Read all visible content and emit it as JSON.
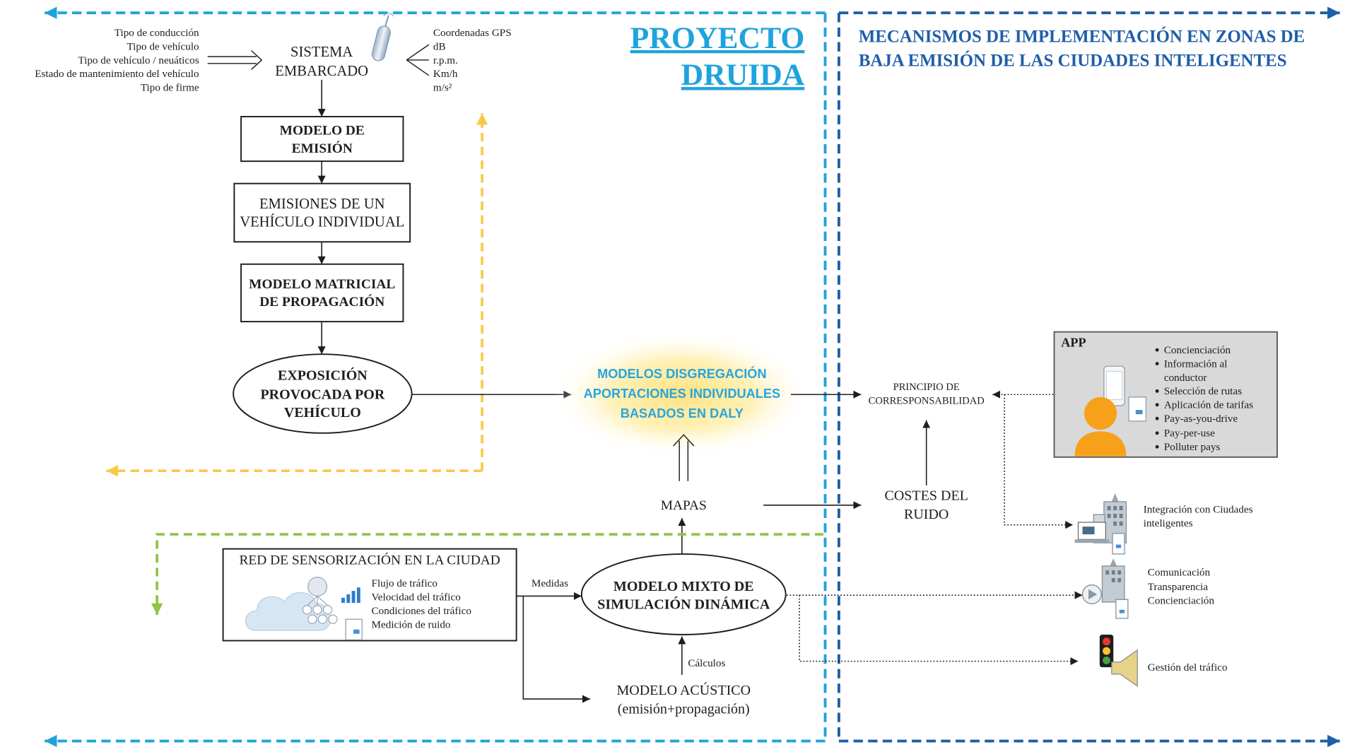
{
  "header": {
    "project_line1": "PROYECTO",
    "project_line2": "DRUIDA",
    "mechanisms_line1": "MECANISMOS DE IMPLEMENTACIÓN EN ZONAS DE",
    "mechanisms_line2": "BAJA EMISIÓN DE LAS CIUDADES INTELIGENTES"
  },
  "vehicle_inputs": [
    "Tipo de conducción",
    "Tipo de vehículo",
    "Tipo de vehículo / neuáticos",
    "Estado de mantenimiento del vehículo",
    "Tipo de firme"
  ],
  "onboard_system": {
    "line1": "SISTEMA",
    "line2": "EMBARCADO"
  },
  "onboard_outputs": [
    "Coordenadas GPS",
    "dB",
    "r.p.m.",
    "Km/h",
    "m/s²"
  ],
  "flow": {
    "emission_model": {
      "line1": "MODELO DE",
      "line2": "EMISIÓN"
    },
    "individual_emissions": {
      "line1": "EMISIONES DE UN",
      "line2": "VEHÍCULO INDIVIDUAL"
    },
    "propagation_model": {
      "line1": "MODELO MATRICIAL",
      "line2": "DE PROPAGACIÓN"
    },
    "exposure": {
      "line1": "EXPOSICIÓN",
      "line2": "PROVOCADA POR",
      "line3": "VEHÍCULO"
    }
  },
  "daly_models": {
    "line1": "MODELOS DISGREGACIÓN",
    "line2": "APORTACIONES INDIVIDUALES",
    "line3": "BASADOS EN DALY"
  },
  "maps": "MAPAS",
  "co_responsibility": {
    "line1": "PRINCIPIO DE",
    "line2": "CORRESPONSABILIDAD"
  },
  "noise_costs": {
    "line1": "COSTES DEL",
    "line2": "RUIDO"
  },
  "sensor_network": {
    "title": "RED DE SENSORIZACIÓN EN LA CIUDAD",
    "items": [
      "Flujo de tráfico",
      "Velocidad del tráfico",
      "Condiciones del tráfico",
      "Medición de ruido"
    ]
  },
  "measures_label": "Medidas",
  "dynamic_model": {
    "line1": "MODELO MIXTO DE",
    "line2": "SIMULACIÓN DINÁMICA"
  },
  "calculations_label": "Cálculos",
  "acoustic_model": {
    "line1": "MODELO ACÚSTICO",
    "line2": "(emisión+propagación)"
  },
  "app": {
    "title": "APP",
    "features": [
      [
        "Concienciación"
      ],
      [
        "Información al",
        "conductor"
      ],
      [
        "Selección de rutas"
      ],
      [
        "Aplicación de tarifas"
      ],
      [
        "Pay-as-you-drive"
      ],
      [
        "Pay-per-use"
      ],
      [
        "Polluter pays"
      ]
    ]
  },
  "outcomes": {
    "smart_city_integration": [
      "Integración con Ciudades",
      "inteligentes"
    ],
    "communication": [
      "Comunicación",
      "Transparencia",
      "Concienciación"
    ],
    "traffic_management": "Gestión del tráfico"
  },
  "icons": {
    "onboard": "antenna-icon",
    "sensors": "cloud-network-icon",
    "app_user": "user-icon",
    "app_device": "smartphone-icon",
    "smart_city": "smart-city-building-icon",
    "communication": "video-building-icon",
    "traffic": "traffic-light-icon"
  },
  "colors": {
    "druida_blue": "#1fa3dc",
    "mechanisms_blue": "#1f5ea8",
    "yellow_loop": "#f7c948",
    "green_loop": "#8cc63f",
    "daly_text": "#27a5df",
    "app_panel": "#d9d9d9",
    "user": "#f7a11a"
  }
}
